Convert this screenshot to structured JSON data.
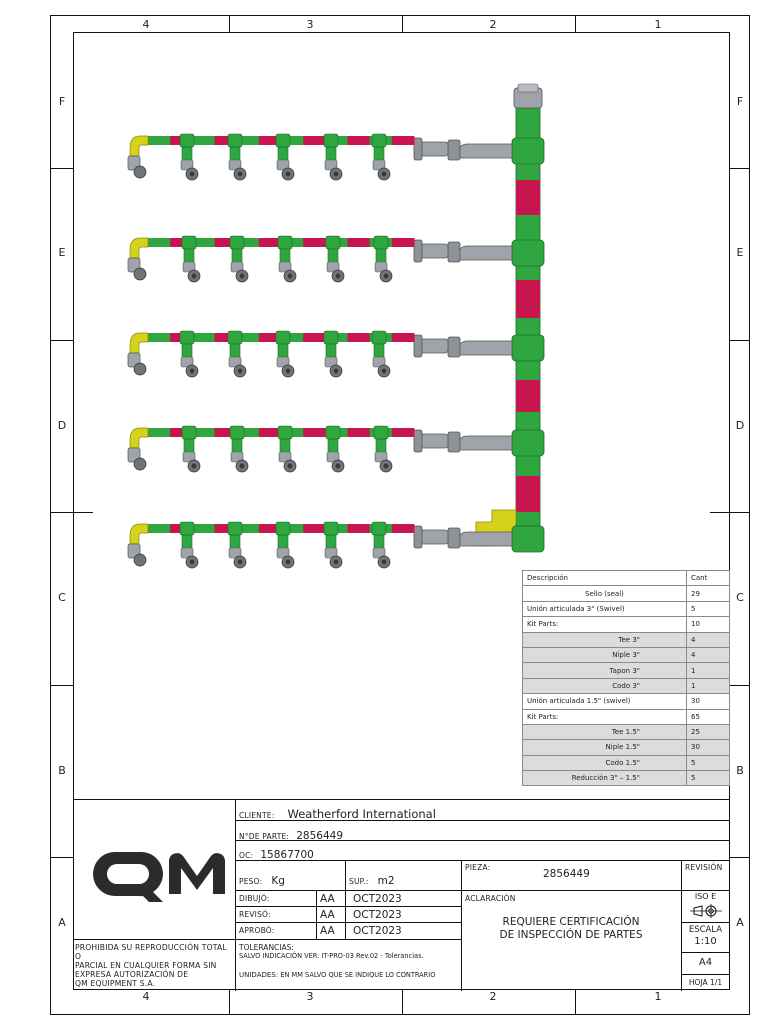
{
  "frame": {
    "top_zones": [
      "4",
      "3",
      "2",
      "1"
    ],
    "bottom_zones": [
      "4",
      "3",
      "2",
      "1"
    ],
    "side_zones": [
      "F",
      "E",
      "D",
      "C",
      "B",
      "A"
    ]
  },
  "colors": {
    "green": "#2fa63f",
    "magenta": "#c8154f",
    "yellow": "#d6d21a",
    "gray": "#9fa3aa"
  },
  "bom": {
    "header": {
      "desc": "Descripción",
      "qty": "Cant"
    },
    "rows": [
      {
        "desc": "Sello (seal)",
        "qty": "29",
        "style": "center"
      },
      {
        "desc": "Unión articulada 3\" (Swivel)",
        "qty": "5",
        "style": "plain"
      },
      {
        "desc": "Kit Parts:",
        "qty": "10",
        "style": "plain"
      },
      {
        "desc": "Tee 3\"",
        "qty": "4",
        "style": "sub"
      },
      {
        "desc": "Niple 3\"",
        "qty": "4",
        "style": "sub"
      },
      {
        "desc": "Tapon 3\"",
        "qty": "1",
        "style": "sub"
      },
      {
        "desc": "Codo 3\"",
        "qty": "1",
        "style": "sub"
      },
      {
        "desc": "Unión articulada 1.5\" (swivel)",
        "qty": "30",
        "style": "plain"
      },
      {
        "desc": "Kit Parts:",
        "qty": "65",
        "style": "plain"
      },
      {
        "desc": "Tee 1.5\"",
        "qty": "25",
        "style": "sub"
      },
      {
        "desc": "Niple 1.5\"",
        "qty": "30",
        "style": "sub"
      },
      {
        "desc": "Codo 1.5\"",
        "qty": "5",
        "style": "sub"
      },
      {
        "desc": "Reducción 3\" – 1.5\"",
        "qty": "5",
        "style": "sub"
      }
    ]
  },
  "title_block": {
    "logo": "QM",
    "cliente_label": "CLIENTE:",
    "cliente": "Weatherford International",
    "parte_label": "N°DE PARTE:",
    "parte": "2856449",
    "oc_label": "OC:",
    "oc": "15867700",
    "peso_label": "PESO:",
    "peso": "Kg",
    "sup_label": "SUP.:",
    "sup": "m2",
    "pieza_label": "PIEZA:",
    "pieza": "2856449",
    "revision_label": "REVISIÓN",
    "dibujo_label": "DIBUJÓ:",
    "dibujo_by": "AA",
    "dibujo_date": "OCT2023",
    "reviso_label": "REVISÓ:",
    "reviso_by": "AA",
    "reviso_date": "OCT2023",
    "aprobo_label": "APROBÓ:",
    "aprobo_by": "AA",
    "aprobo_date": "OCT2023",
    "aclaracion_label": "ACLARACIÓN",
    "aclaracion_1": "REQUIERE CERTIFICACIÓN",
    "aclaracion_2": "DE INSPECCIÓN DE PARTES",
    "iso": "ISO E",
    "escala_label": "ESCALA",
    "escala": "1:10",
    "formato": "A4",
    "hoja": "HOJA 1/1",
    "prohibida_1": "PROHIBIDA SU REPRODUCCIÓN TOTAL O",
    "prohibida_2": "PARCIAL EN CUALQUIER FORMA SIN",
    "prohibida_3": "EXPRESA AUTORIZACIÓN DE",
    "prohibida_4": "QM EQUIPMENT S.A.",
    "tolerancias_label": "TOLERANCIAS:",
    "tolerancias": "SALVO INDICACIÓN VER: IT-PRO-03 Rev.02 - Tolerancias.",
    "unidades_label": "UNIDADES:",
    "unidades": "EN MM SALVO QUE SE INDIQUE LO CONTRARIO"
  }
}
